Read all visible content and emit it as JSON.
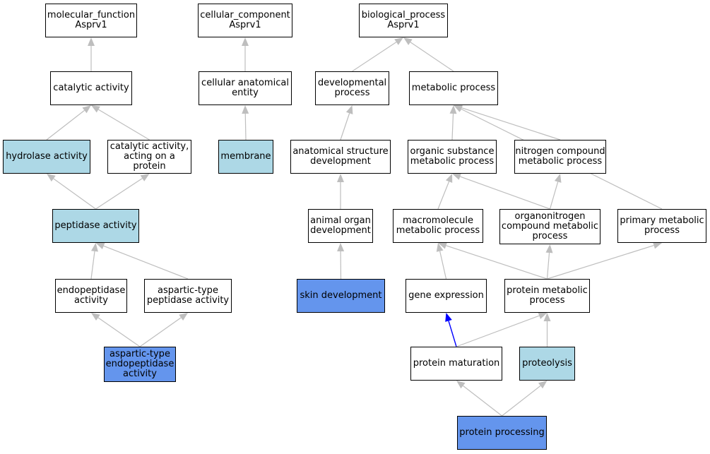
{
  "colors": {
    "edge": "#bebebe",
    "edge_highlight": "#0000ff",
    "node_default": "#ffffff",
    "node_light": "#add8e6",
    "node_dark": "#6495ed"
  },
  "nodes": {
    "mf_root": {
      "label": "molecular_function\nAsprv1",
      "fill": "default"
    },
    "cc_root": {
      "label": "cellular_component\nAsprv1",
      "fill": "default"
    },
    "bp_root": {
      "label": "biological_process\nAsprv1",
      "fill": "default"
    },
    "catalytic": {
      "label": "catalytic activity",
      "fill": "default"
    },
    "cell_anat": {
      "label": "cellular anatomical\nentity",
      "fill": "default"
    },
    "dev_process": {
      "label": "developmental\nprocess",
      "fill": "default"
    },
    "metabolic": {
      "label": "metabolic process",
      "fill": "default"
    },
    "hydrolase": {
      "label": "hydrolase activity",
      "fill": "light"
    },
    "cat_protein": {
      "label": "catalytic activity,\nacting on a\nprotein",
      "fill": "default"
    },
    "membrane": {
      "label": "membrane",
      "fill": "light"
    },
    "anat_dev": {
      "label": "anatomical structure\ndevelopment",
      "fill": "default"
    },
    "org_metab": {
      "label": "organic substance\nmetabolic process",
      "fill": "default"
    },
    "nitro_metab": {
      "label": "nitrogen compound\nmetabolic process",
      "fill": "default"
    },
    "peptidase": {
      "label": "peptidase activity",
      "fill": "light"
    },
    "animal_organ": {
      "label": "animal organ\ndevelopment",
      "fill": "default"
    },
    "macro_metab": {
      "label": "macromolecule\nmetabolic process",
      "fill": "default"
    },
    "organonitro": {
      "label": "organonitrogen\ncompound metabolic\nprocess",
      "fill": "default"
    },
    "primary_metab": {
      "label": "primary metabolic\nprocess",
      "fill": "default"
    },
    "endopeptidase": {
      "label": "endopeptidase\nactivity",
      "fill": "default"
    },
    "aspartic_pep": {
      "label": "aspartic-type\npeptidase activity",
      "fill": "default"
    },
    "skin_dev": {
      "label": "skin development",
      "fill": "dark"
    },
    "gene_expr": {
      "label": "gene expression",
      "fill": "default"
    },
    "protein_metab": {
      "label": "protein metabolic\nprocess",
      "fill": "default"
    },
    "aspartic_endo": {
      "label": "aspartic-type\nendopeptidase\nactivity",
      "fill": "dark"
    },
    "protein_mat": {
      "label": "protein maturation",
      "fill": "default"
    },
    "proteolysis": {
      "label": "proteolysis",
      "fill": "light"
    },
    "protein_proc": {
      "label": "protein processing",
      "fill": "dark"
    }
  },
  "edges": [
    {
      "from": "catalytic",
      "to": "mf_root"
    },
    {
      "from": "hydrolase",
      "to": "catalytic"
    },
    {
      "from": "cat_protein",
      "to": "catalytic"
    },
    {
      "from": "peptidase",
      "to": "hydrolase"
    },
    {
      "from": "peptidase",
      "to": "cat_protein"
    },
    {
      "from": "endopeptidase",
      "to": "peptidase"
    },
    {
      "from": "aspartic_pep",
      "to": "peptidase"
    },
    {
      "from": "aspartic_endo",
      "to": "endopeptidase"
    },
    {
      "from": "aspartic_endo",
      "to": "aspartic_pep"
    },
    {
      "from": "cell_anat",
      "to": "cc_root"
    },
    {
      "from": "membrane",
      "to": "cell_anat"
    },
    {
      "from": "dev_process",
      "to": "bp_root"
    },
    {
      "from": "metabolic",
      "to": "bp_root"
    },
    {
      "from": "anat_dev",
      "to": "dev_process"
    },
    {
      "from": "animal_organ",
      "to": "anat_dev"
    },
    {
      "from": "skin_dev",
      "to": "animal_organ"
    },
    {
      "from": "org_metab",
      "to": "metabolic"
    },
    {
      "from": "nitro_metab",
      "to": "metabolic"
    },
    {
      "from": "primary_metab",
      "to": "metabolic"
    },
    {
      "from": "macro_metab",
      "to": "org_metab"
    },
    {
      "from": "organonitro",
      "to": "org_metab"
    },
    {
      "from": "organonitro",
      "to": "nitro_metab"
    },
    {
      "from": "gene_expr",
      "to": "macro_metab"
    },
    {
      "from": "protein_metab",
      "to": "macro_metab"
    },
    {
      "from": "protein_metab",
      "to": "organonitro"
    },
    {
      "from": "protein_metab",
      "to": "primary_metab"
    },
    {
      "from": "protein_mat",
      "to": "gene_expr",
      "highlight": true
    },
    {
      "from": "protein_mat",
      "to": "protein_metab"
    },
    {
      "from": "proteolysis",
      "to": "protein_metab"
    },
    {
      "from": "protein_proc",
      "to": "protein_mat"
    },
    {
      "from": "protein_proc",
      "to": "proteolysis"
    }
  ]
}
